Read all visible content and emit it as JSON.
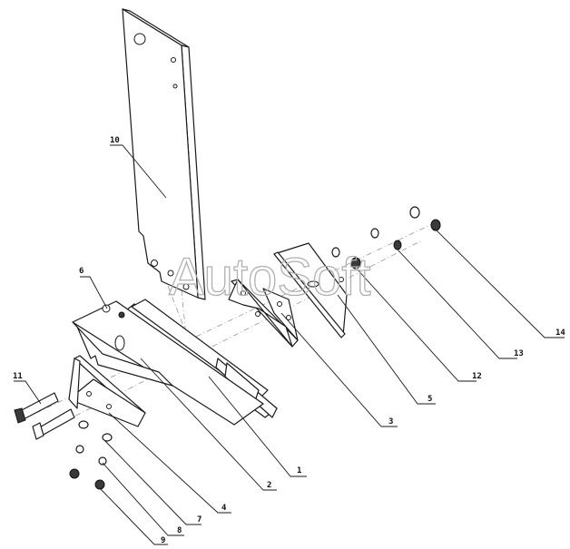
{
  "watermark": "AutoSoft",
  "callouts": {
    "c1": "1",
    "c2": "2",
    "c3": "3",
    "c4": "4",
    "c5": "5",
    "c6": "6",
    "c7": "7",
    "c8": "8",
    "c9": "9",
    "c10": "10",
    "c11": "11",
    "c12": "12",
    "c13": "13",
    "c14": "14"
  }
}
